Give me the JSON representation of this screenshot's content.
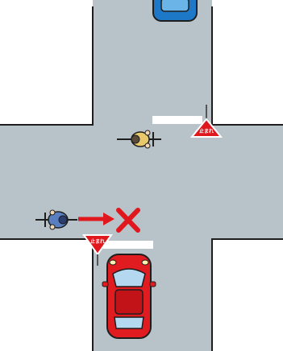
{
  "scene": {
    "road_color": "#b7c2c9",
    "curb_color": "#1e1e1e",
    "stop_line_color": "#ffffff",
    "sign_color": "#e0171c",
    "forbidden_mark_color": "#e0171c"
  },
  "signs": [
    {
      "id": "stop-sign-upper-right",
      "text": "止まれ"
    },
    {
      "id": "stop-sign-lower-left",
      "text": "止まれ"
    }
  ],
  "vehicles": [
    {
      "id": "car-top",
      "color": "#1e78c8",
      "heading": "down"
    },
    {
      "id": "car-bottom",
      "color": "#e01c20",
      "heading": "up"
    },
    {
      "id": "bicycle-center",
      "rider_color": "#e8c86a",
      "heading": "left"
    },
    {
      "id": "bicycle-left",
      "rider_color": "#5a7fc0",
      "heading": "right"
    }
  ],
  "annotations": {
    "movement_arrow": {
      "direction": "right",
      "icon": "arrow-right-icon"
    },
    "prohibited_mark": {
      "icon": "red-x-icon"
    }
  }
}
